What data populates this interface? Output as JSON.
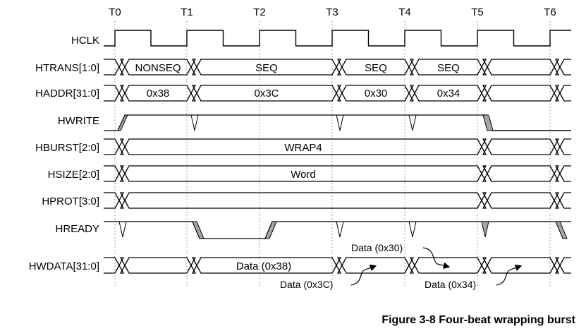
{
  "time_markers": [
    "T0",
    "T1",
    "T2",
    "T3",
    "T4",
    "T5",
    "T6"
  ],
  "signals": {
    "hclk": "HCLK",
    "htrans": "HTRANS[1:0]",
    "haddr": "HADDR[31:0]",
    "hwrite": "HWRITE",
    "hburst": "HBURST[2:0]",
    "hsize": "HSIZE[2:0]",
    "hprot": "HPROT[3:0]",
    "hready": "HREADY",
    "hwdata": "HWDATA[31:0]"
  },
  "values": {
    "htrans": [
      "NONSEQ",
      "SEQ",
      "SEQ",
      "SEQ"
    ],
    "haddr": [
      "0x38",
      "0x3C",
      "0x30",
      "0x34"
    ],
    "hburst": "WRAP4",
    "hsize": "Word",
    "hwdata_first": "Data (0x38)"
  },
  "annotations": {
    "data_0x3c": "Data (0x3C)",
    "data_0x30": "Data (0x30)",
    "data_0x34": "Data (0x34)"
  },
  "caption": "Figure 3-8 Four-beat wrapping burst",
  "colors": {
    "line": "#000000",
    "gray_fill": "#a6a6a6",
    "gridline": "#888888"
  }
}
